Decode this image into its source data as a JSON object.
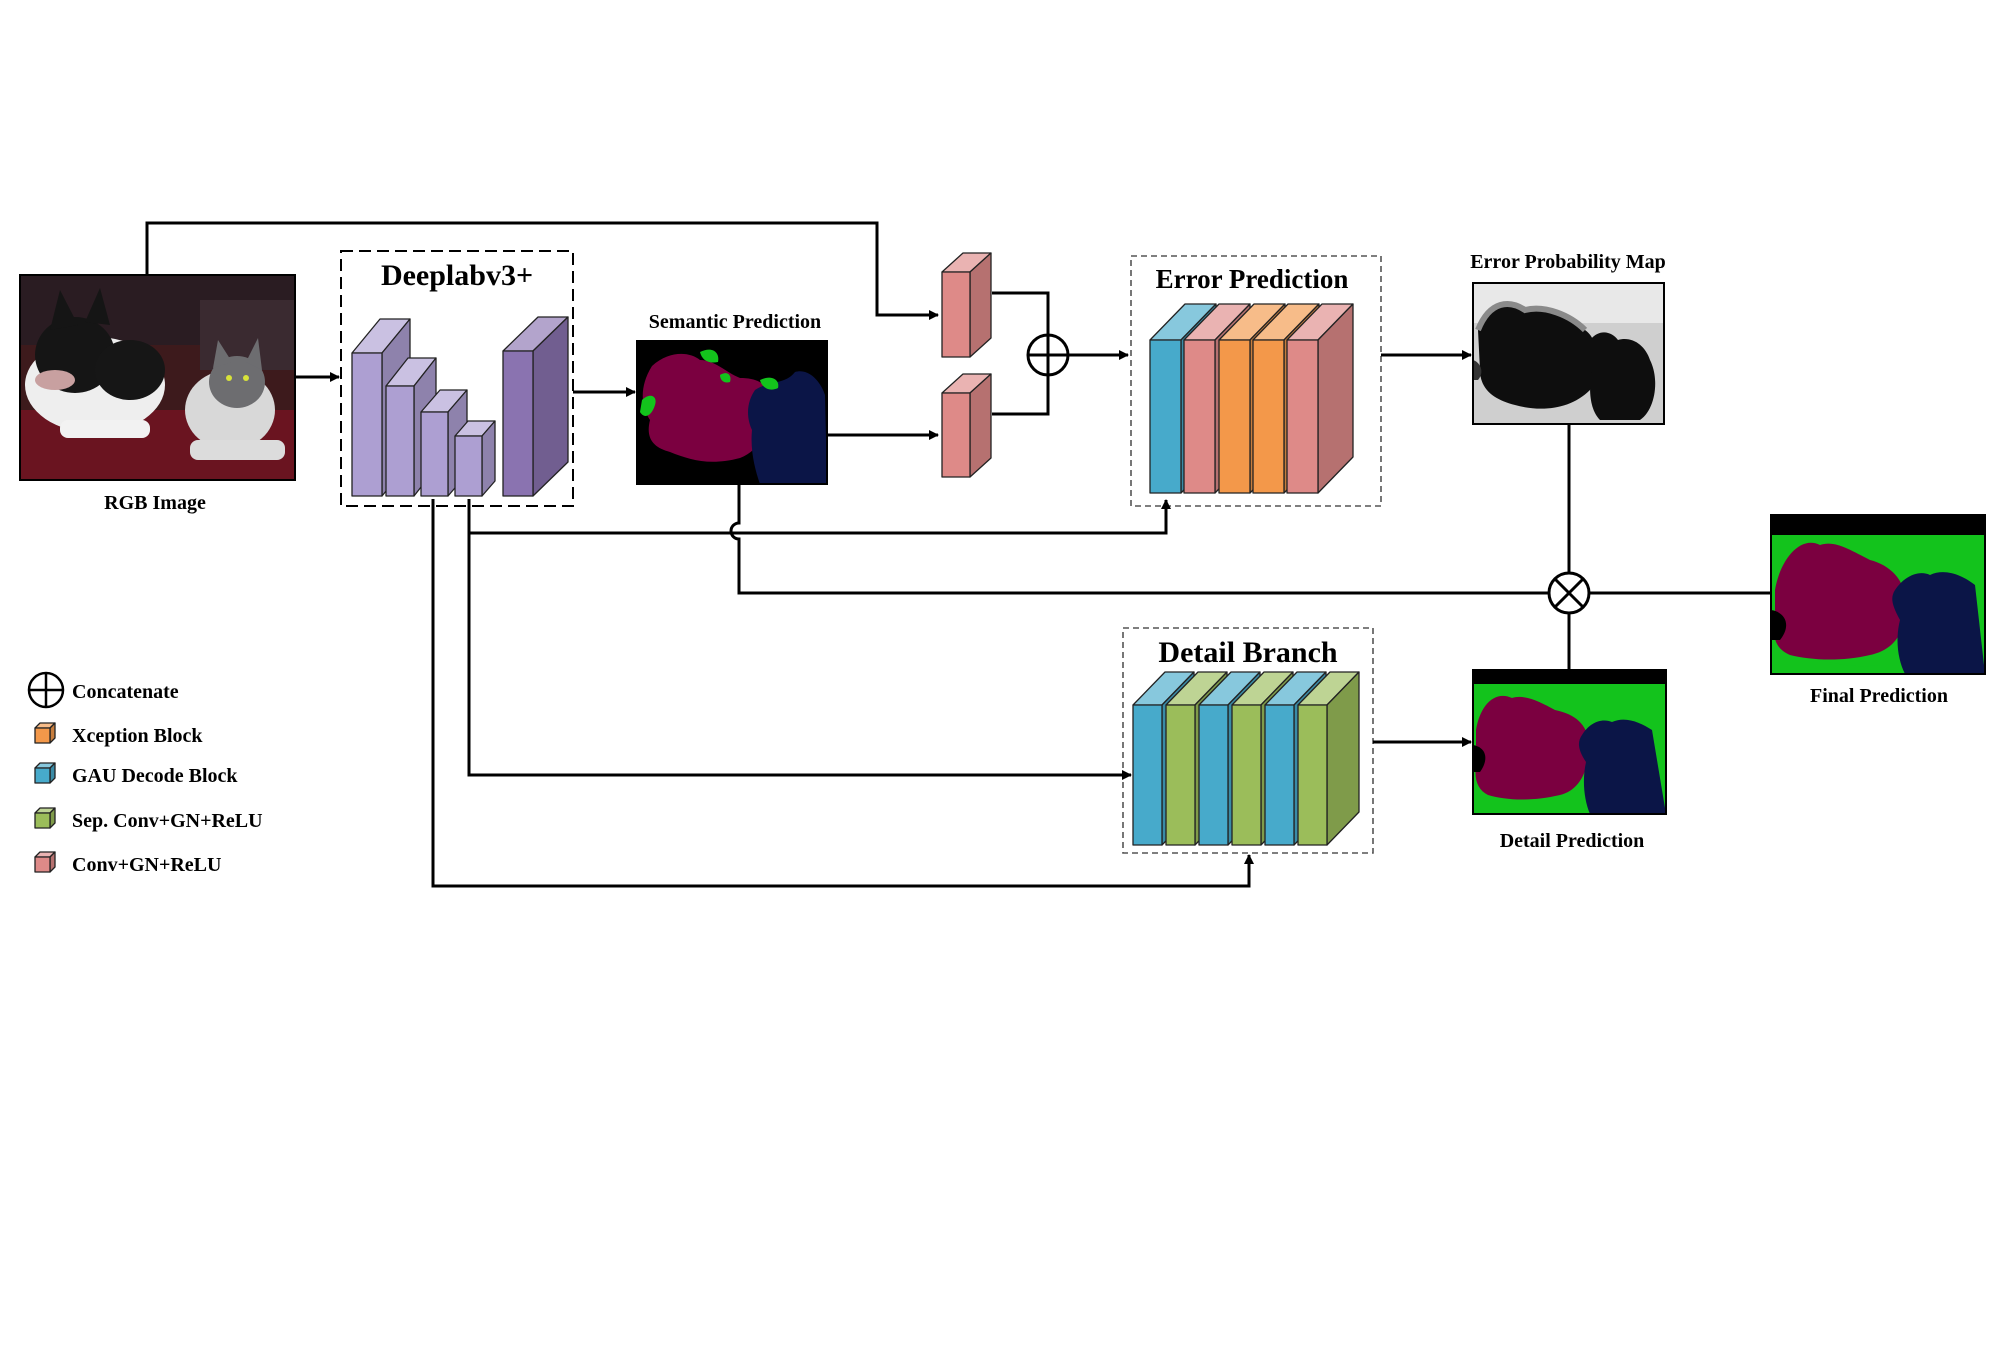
{
  "colors": {
    "deeplab": "#ad9fd2",
    "conv_gn_relu": "#de8a88",
    "xception": "#f3984a",
    "gau": "#47aacb",
    "sepconv": "#9bbd5a",
    "seg_dog": "#7b0040",
    "seg_cat": "#0b1547",
    "seg_bg": "#13c31c"
  },
  "labels": {
    "rgb_image": "RGB Image",
    "deeplab_title": "Deeplabv3+",
    "semantic_prediction": "Semantic Prediction",
    "error_prediction_title": "Error Prediction",
    "error_probability_map": "Error Probability Map",
    "final_prediction": "Final Prediction",
    "detail_branch_title": "Detail Branch",
    "detail_prediction": "Detail Prediction"
  },
  "legend": {
    "concatenate": "Concatenate",
    "xception_block": "Xception Block",
    "gau_decode_block": "GAU Decode Block",
    "sep_conv": "Sep. Conv+GN+ReLU",
    "conv_gn_relu": "Conv+GN+ReLU"
  },
  "symbols": {
    "concatenate": "concat-circle-plus-icon",
    "multiply": "multiply-circle-cross-icon"
  }
}
